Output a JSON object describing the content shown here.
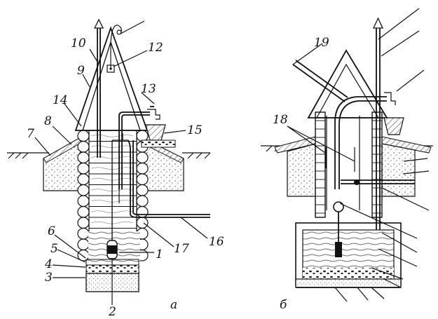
{
  "figure": {
    "panel_a_caption": "а",
    "panel_b_caption": "б",
    "callouts_a": [
      "1",
      "2",
      "3",
      "4",
      "5",
      "6",
      "7",
      "8",
      "9",
      "10",
      "12",
      "13",
      "14",
      "15",
      "16",
      "17"
    ],
    "callouts_b": [
      "18",
      "19"
    ]
  },
  "colors": {
    "ink": "#111111",
    "paper": "#ffffff",
    "hatch": "#555555"
  }
}
